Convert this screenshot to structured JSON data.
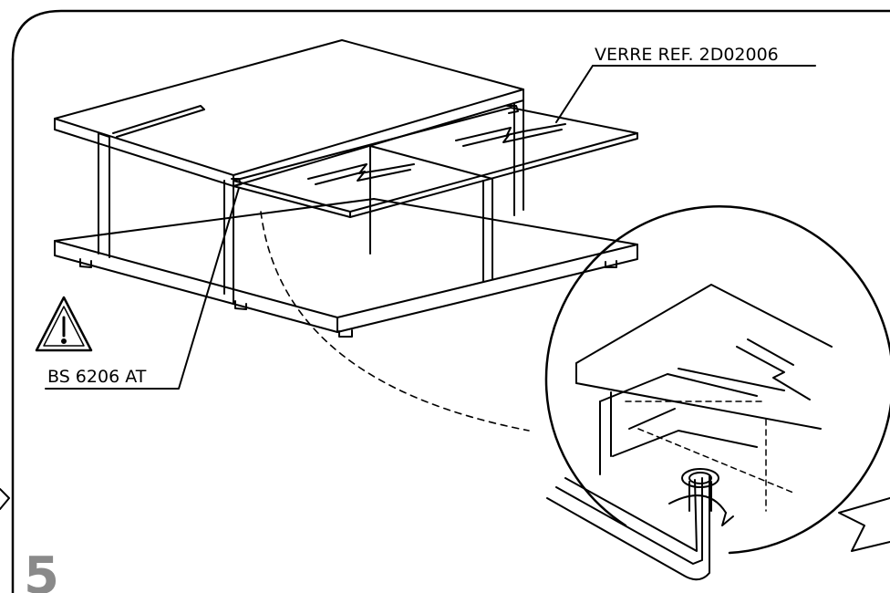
{
  "labels": {
    "glass_ref": "VERRE REF. 2D02006",
    "fitting_ref": "BS 6206 AT"
  },
  "step": {
    "number": "5"
  },
  "colors": {
    "line": "#000000",
    "step_number": "#8a8a8a",
    "background": "#ffffff"
  },
  "icons": {
    "warning": "warning-triangle-icon",
    "next_step": "arrow-right-icon",
    "prev_step": "arrow-left-icon",
    "rotate": "rotate-arrow-icon"
  }
}
